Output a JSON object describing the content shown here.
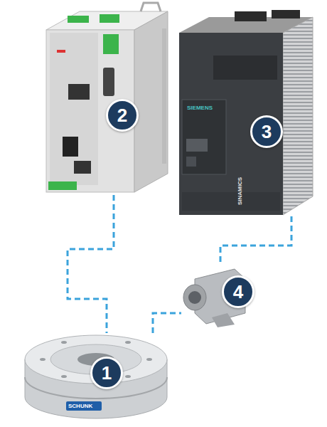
{
  "diagram": {
    "nodes": [
      {
        "text": [
          "2"
        ]
      },
      {
        "text": [
          "3"
        ]
      },
      {
        "text": [
          "4"
        ]
      },
      {
        "text": [
          "1"
        ]
      }
    ],
    "edges": [
      {
        "from": 0,
        "to": 3,
        "arrow": "none"
      },
      {
        "from": 3,
        "to": 2,
        "arrow": "none"
      },
      {
        "from": 1,
        "to": 2,
        "arrow": "none"
      }
    ],
    "labels": [
      "SIEMENS",
      "SINAMICS",
      "SCHUNK"
    ]
  }
}
